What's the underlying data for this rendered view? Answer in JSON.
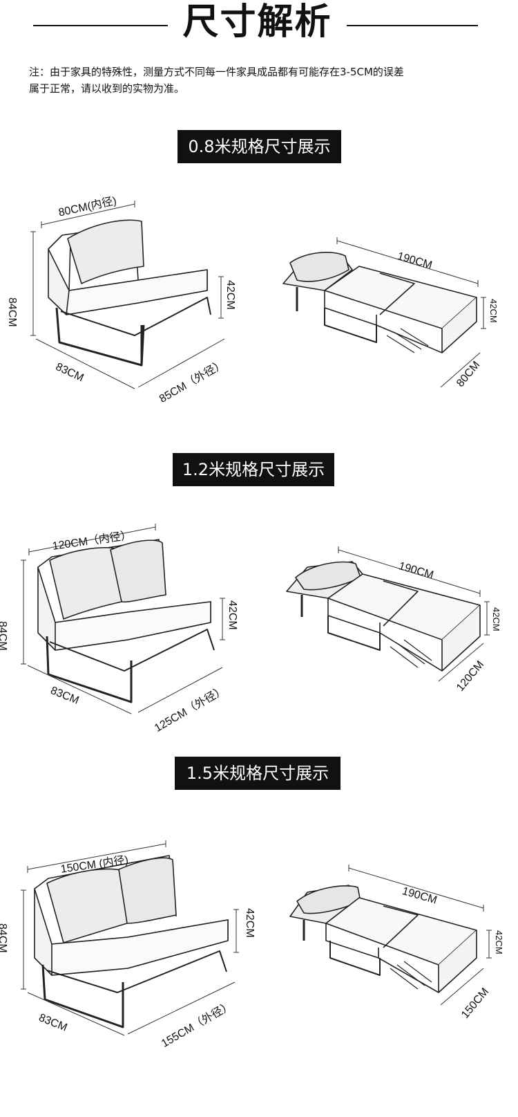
{
  "header": {
    "title": "尺寸解析"
  },
  "note": {
    "line1": "注：由于家具的特殊性，测量方式不同每一件家具成品都有可能存在3-5CM的误差",
    "line2": "属于正常，请以收到的实物为准。"
  },
  "sections": [
    {
      "label": "0.8米规格尺寸展示",
      "chair": {
        "width": "80CM(内径)",
        "height": "84CM",
        "seat": "42CM",
        "depth": "83CM",
        "outer": "85CM（外径）"
      },
      "bed": {
        "length": "190CM",
        "height": "42CM",
        "width": "80CM"
      }
    },
    {
      "label": "1.2米规格尺寸展示",
      "chair": {
        "width": "120CM（内径）",
        "height": "84CM",
        "seat": "42CM",
        "depth": "83CM",
        "outer": "125CM（外径）"
      },
      "bed": {
        "length": "190CM",
        "height": "42CM",
        "width": "120CM"
      }
    },
    {
      "label": "1.5米规格尺寸展示",
      "chair": {
        "width": "150CM (内径)",
        "height": "84CM",
        "seat": "42CM",
        "depth": "83CM",
        "outer": "155CM（外径）"
      },
      "bed": {
        "length": "190CM",
        "height": "42CM",
        "width": "150CM"
      }
    }
  ]
}
